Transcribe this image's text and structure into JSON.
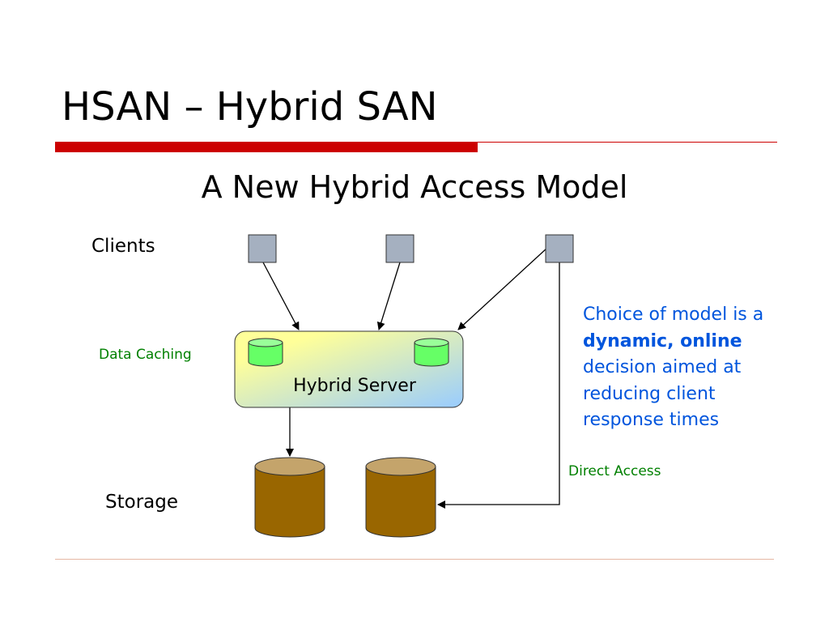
{
  "slide": {
    "title": "HSAN – Hybrid SAN",
    "subtitle": "A New Hybrid Access Model"
  },
  "diagram": {
    "clients_label": "Clients",
    "storage_label": "Storage",
    "data_caching_label": "Data Caching",
    "server_label": "Hybrid Server",
    "direct_access_label": "Direct Access",
    "client_count": 3,
    "cache_count": 2,
    "storage_count": 2
  },
  "note": {
    "line1": "Choice of model is a",
    "emphasis": "dynamic, online",
    "line3": "decision aimed at",
    "line4": "reducing client",
    "line5": "response times"
  },
  "colors": {
    "title_bar": "#cc0000",
    "note_text": "#0055dd",
    "label_green": "#008000",
    "client_fill": "#a5b0c0",
    "cache_fill": "#66ff66",
    "storage_fill": "#996600",
    "storage_top": "#c4a46b",
    "server_gradient": [
      "#ffff99",
      "#99ccff"
    ]
  }
}
